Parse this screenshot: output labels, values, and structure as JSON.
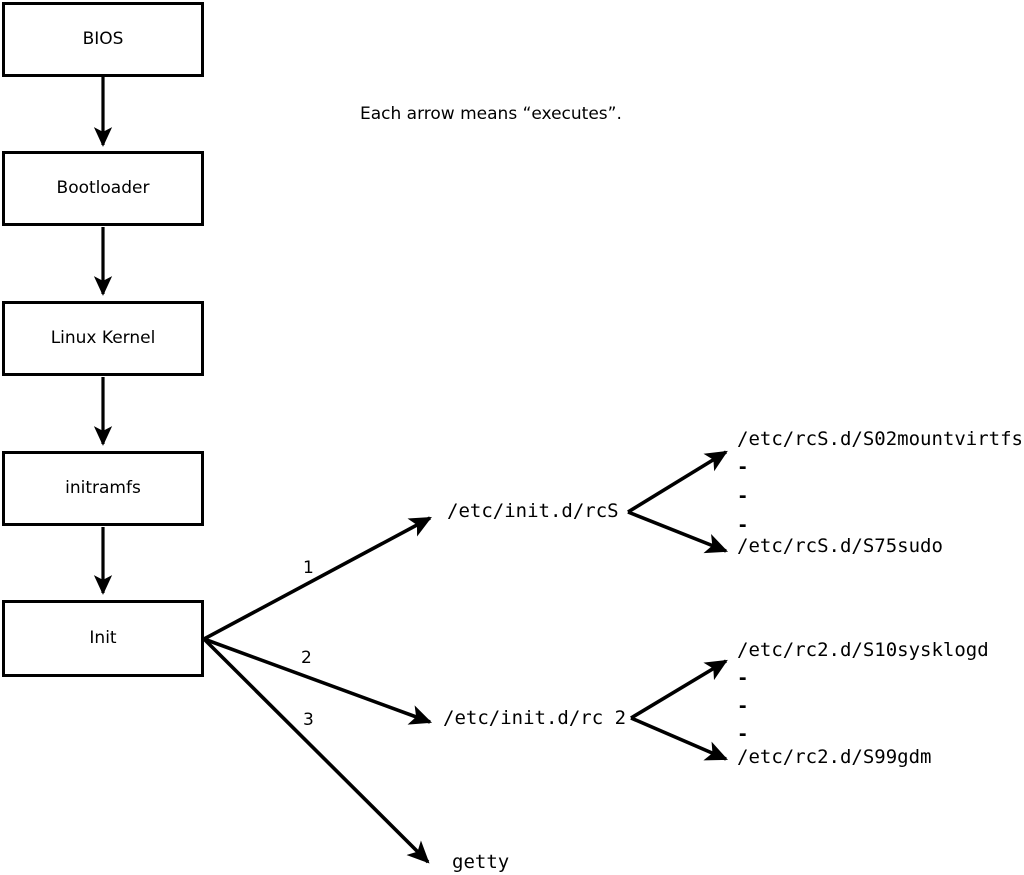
{
  "diagram": {
    "caption": "Each arrow means “executes”.",
    "stack_nodes": [
      {
        "label": "BIOS"
      },
      {
        "label": "Bootloader"
      },
      {
        "label": "Linux Kernel"
      },
      {
        "label": "initramfs"
      },
      {
        "label": "Init"
      }
    ],
    "init_branches": [
      {
        "number": "1",
        "target": "/etc/init.d/rcS"
      },
      {
        "number": "2",
        "target": "/etc/init.d/rc 2"
      },
      {
        "number": "3",
        "target": "getty"
      }
    ],
    "rcs_scripts": {
      "first": "/etc/rcS.d/S02mountvirtfs",
      "ellipsis": [
        "-",
        "-",
        "-"
      ],
      "last": "/etc/rcS.d/S75sudo"
    },
    "rc2_scripts": {
      "first": "/etc/rc2.d/S10sysklogd",
      "ellipsis": [
        "-",
        "-",
        "-"
      ],
      "last": "/etc/rc2.d/S99gdm"
    },
    "colors": {
      "stroke": "#000000",
      "background": "#ffffff",
      "text": "#000000"
    }
  }
}
